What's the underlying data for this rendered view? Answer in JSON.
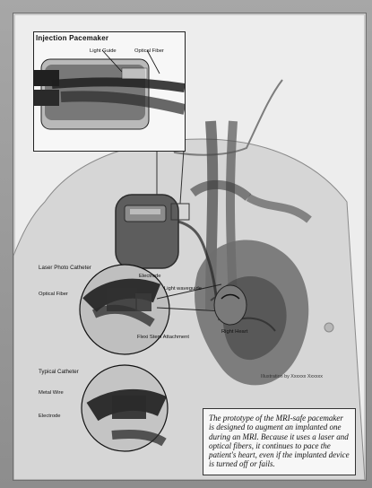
{
  "illustration": {
    "inset_title": "Injection Pacemaker",
    "labels": {
      "light_guide": "Light Guide",
      "optical_fiber": "Optical Fiber",
      "laser_photo_catheter": "Laser Photo Catheter",
      "optical_fiber_detail": "Optical Fiber",
      "electrode": "Electrode",
      "light_waveguide": "Light waveguide",
      "right_heart": "Right Heart",
      "flexi_stem_attachment": "Flexi Stem Attachment",
      "typical_catheter": "Typical Catheter",
      "metal_wire": "Metal Wire",
      "electrode_bottom": "Electrode"
    },
    "caption": "The prototype of the MRI-safe pacemaker is designed to augment an implanted one during an MRI. Because it uses a laser and optical fibers, it continues to pace the patient's heart, even if the implanted device is turned off or fails.",
    "illustration_credit": "Illustration by Xxxxxx Xxxxxx"
  }
}
